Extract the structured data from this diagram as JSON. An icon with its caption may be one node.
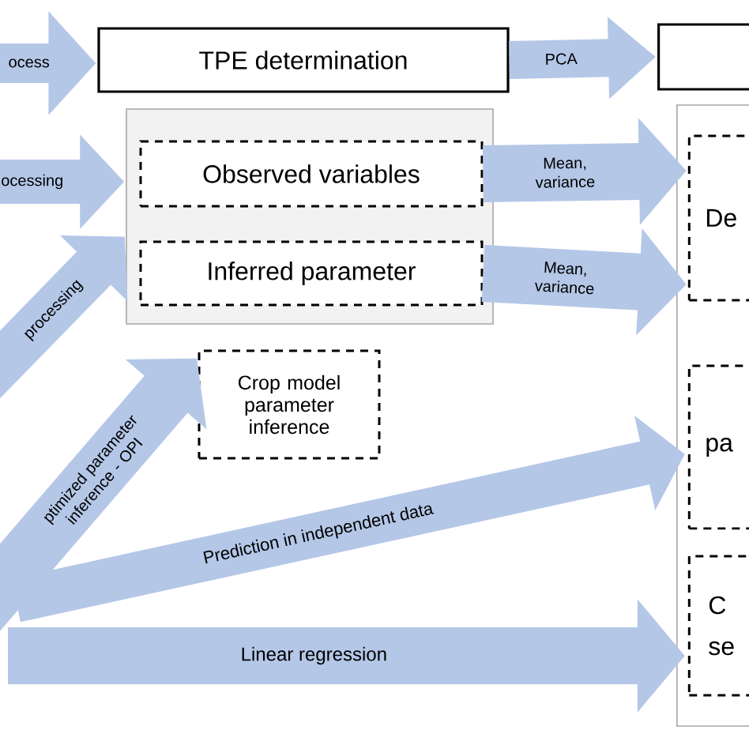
{
  "diagram": {
    "nodes": [
      {
        "text": [
          "TPE determination"
        ]
      },
      {
        "text": [],
        "shape": "box"
      },
      {
        "text": [],
        "shape": "box"
      },
      {
        "text": [
          "Observed variables"
        ],
        "in": 2
      },
      {
        "text": [
          "Inferred parameter"
        ],
        "in": 2
      },
      {
        "text": [
          "Crop model parameter inference"
        ]
      },
      {
        "text": [],
        "shape": "box"
      },
      {
        "text": [
          "De"
        ],
        "in": 6
      },
      {
        "text": [
          "pa"
        ],
        "in": 6
      },
      {
        "text": [
          "C se"
        ],
        "in": 6
      }
    ],
    "edges": [
      {
        "from": null,
        "to": 0,
        "arrow": "to",
        "label": "ocess"
      },
      {
        "from": null,
        "to": 2,
        "arrow": "to",
        "label": "ocessing"
      },
      {
        "from": null,
        "to": 2,
        "arrow": "to",
        "label": "processing"
      },
      {
        "from": null,
        "to": 5,
        "arrow": "to",
        "label": "ptimized parameter inference - OPI"
      },
      {
        "from": 0,
        "to": 1,
        "arrow": "to",
        "label": "PCA"
      },
      {
        "from": 3,
        "to": 7,
        "arrow": "to",
        "label": "Mean, variance"
      },
      {
        "from": 4,
        "to": 7,
        "arrow": "to",
        "label": "Mean, variance"
      },
      {
        "from": null,
        "to": 8,
        "arrow": "to",
        "label": "Prediction in independent data"
      },
      {
        "from": null,
        "to": 9,
        "arrow": "to",
        "label": "Linear regression"
      }
    ]
  }
}
